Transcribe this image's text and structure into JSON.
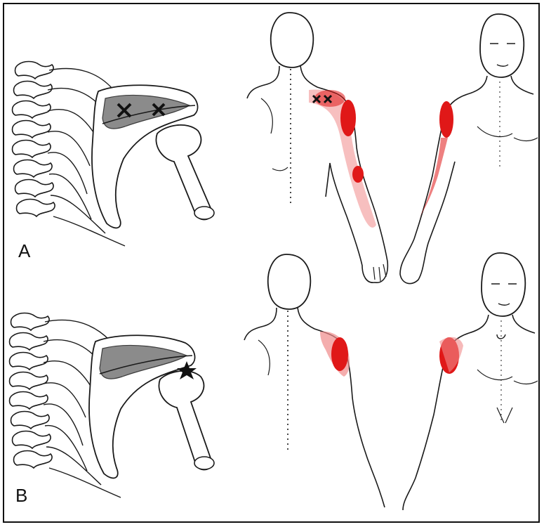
{
  "panels": [
    {
      "label": "A",
      "trigger_point_marks": [
        "x-mark",
        "x-mark"
      ]
    },
    {
      "label": "B",
      "trigger_point_marks": [
        "star-mark"
      ]
    }
  ],
  "colors": {
    "line": "#1a1a1a",
    "referred_pain": "#e01818",
    "referred_pain_light": "#f08a8a",
    "bone_shade": "#777777",
    "background": "#ffffff",
    "frame": "#111111"
  }
}
